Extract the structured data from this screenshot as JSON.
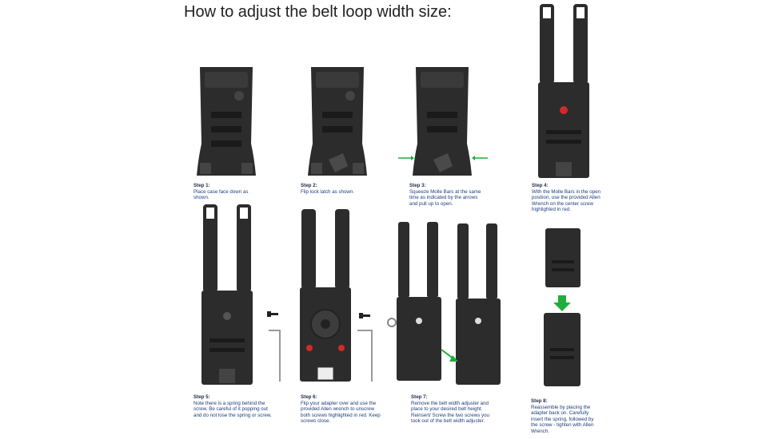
{
  "title": "How to adjust the belt loop width size:",
  "colors": {
    "caption": "#1f3d7a",
    "device": "#2c2c2c",
    "screw_highlight": "#d12a2a",
    "arrow": "#1fae3c"
  },
  "steps": [
    {
      "label": "Step 1:",
      "text": "Place case face down as shown."
    },
    {
      "label": "Step 2:",
      "text": "Flip lock latch as shown."
    },
    {
      "label": "Step 3:",
      "text": "Squeeze Molle Bars at the same time as indicated by the arrows and pull up to open."
    },
    {
      "label": "Step 4:",
      "text": "With the Molle Bars in the open position, use the provided Allen Wrench on the center screw highlighted in red."
    },
    {
      "label": "Step 5:",
      "text": "Note there is a spring behind the screw. Be careful of it popping out and do not lose the spring or screw."
    },
    {
      "label": "Step 6:",
      "text": "Flip your adapter over and use the provided Allen wrench to unscrew both screws highlighted in red. Keep screws close."
    },
    {
      "label": "Step 7:",
      "text": "Remove the belt width adjuster and place to your desired belt height. Reinsert/ Screw the two screws you took out of the belt width adjuster."
    },
    {
      "label": "Step 8:",
      "text": "Reassemble by placing the adapter back on. Carefully insert the spring, followed by the screw - tighten with Allen Wrench."
    }
  ]
}
